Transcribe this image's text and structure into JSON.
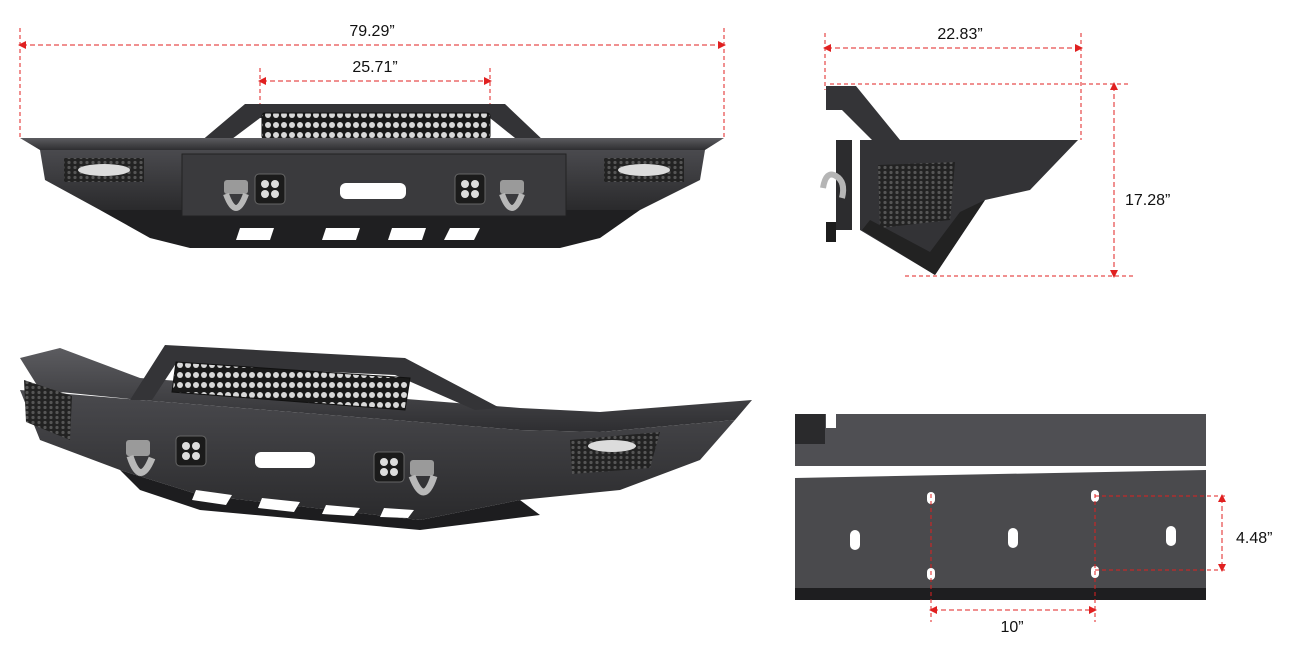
{
  "dimensions": {
    "overall_width": "79.29”",
    "light_bar_width": "25.71”",
    "side_depth": "22.83”",
    "side_height": "17.28”",
    "mount_vertical_spacing": "4.48”",
    "mount_horizontal_spacing": "10”"
  },
  "colors": {
    "dimension_line": "#e02020",
    "body_dark": "#2b2b2d",
    "body_mid": "#3f3f42",
    "body_light": "#5a5a5e",
    "plate_grey": "#4a4a4d"
  }
}
